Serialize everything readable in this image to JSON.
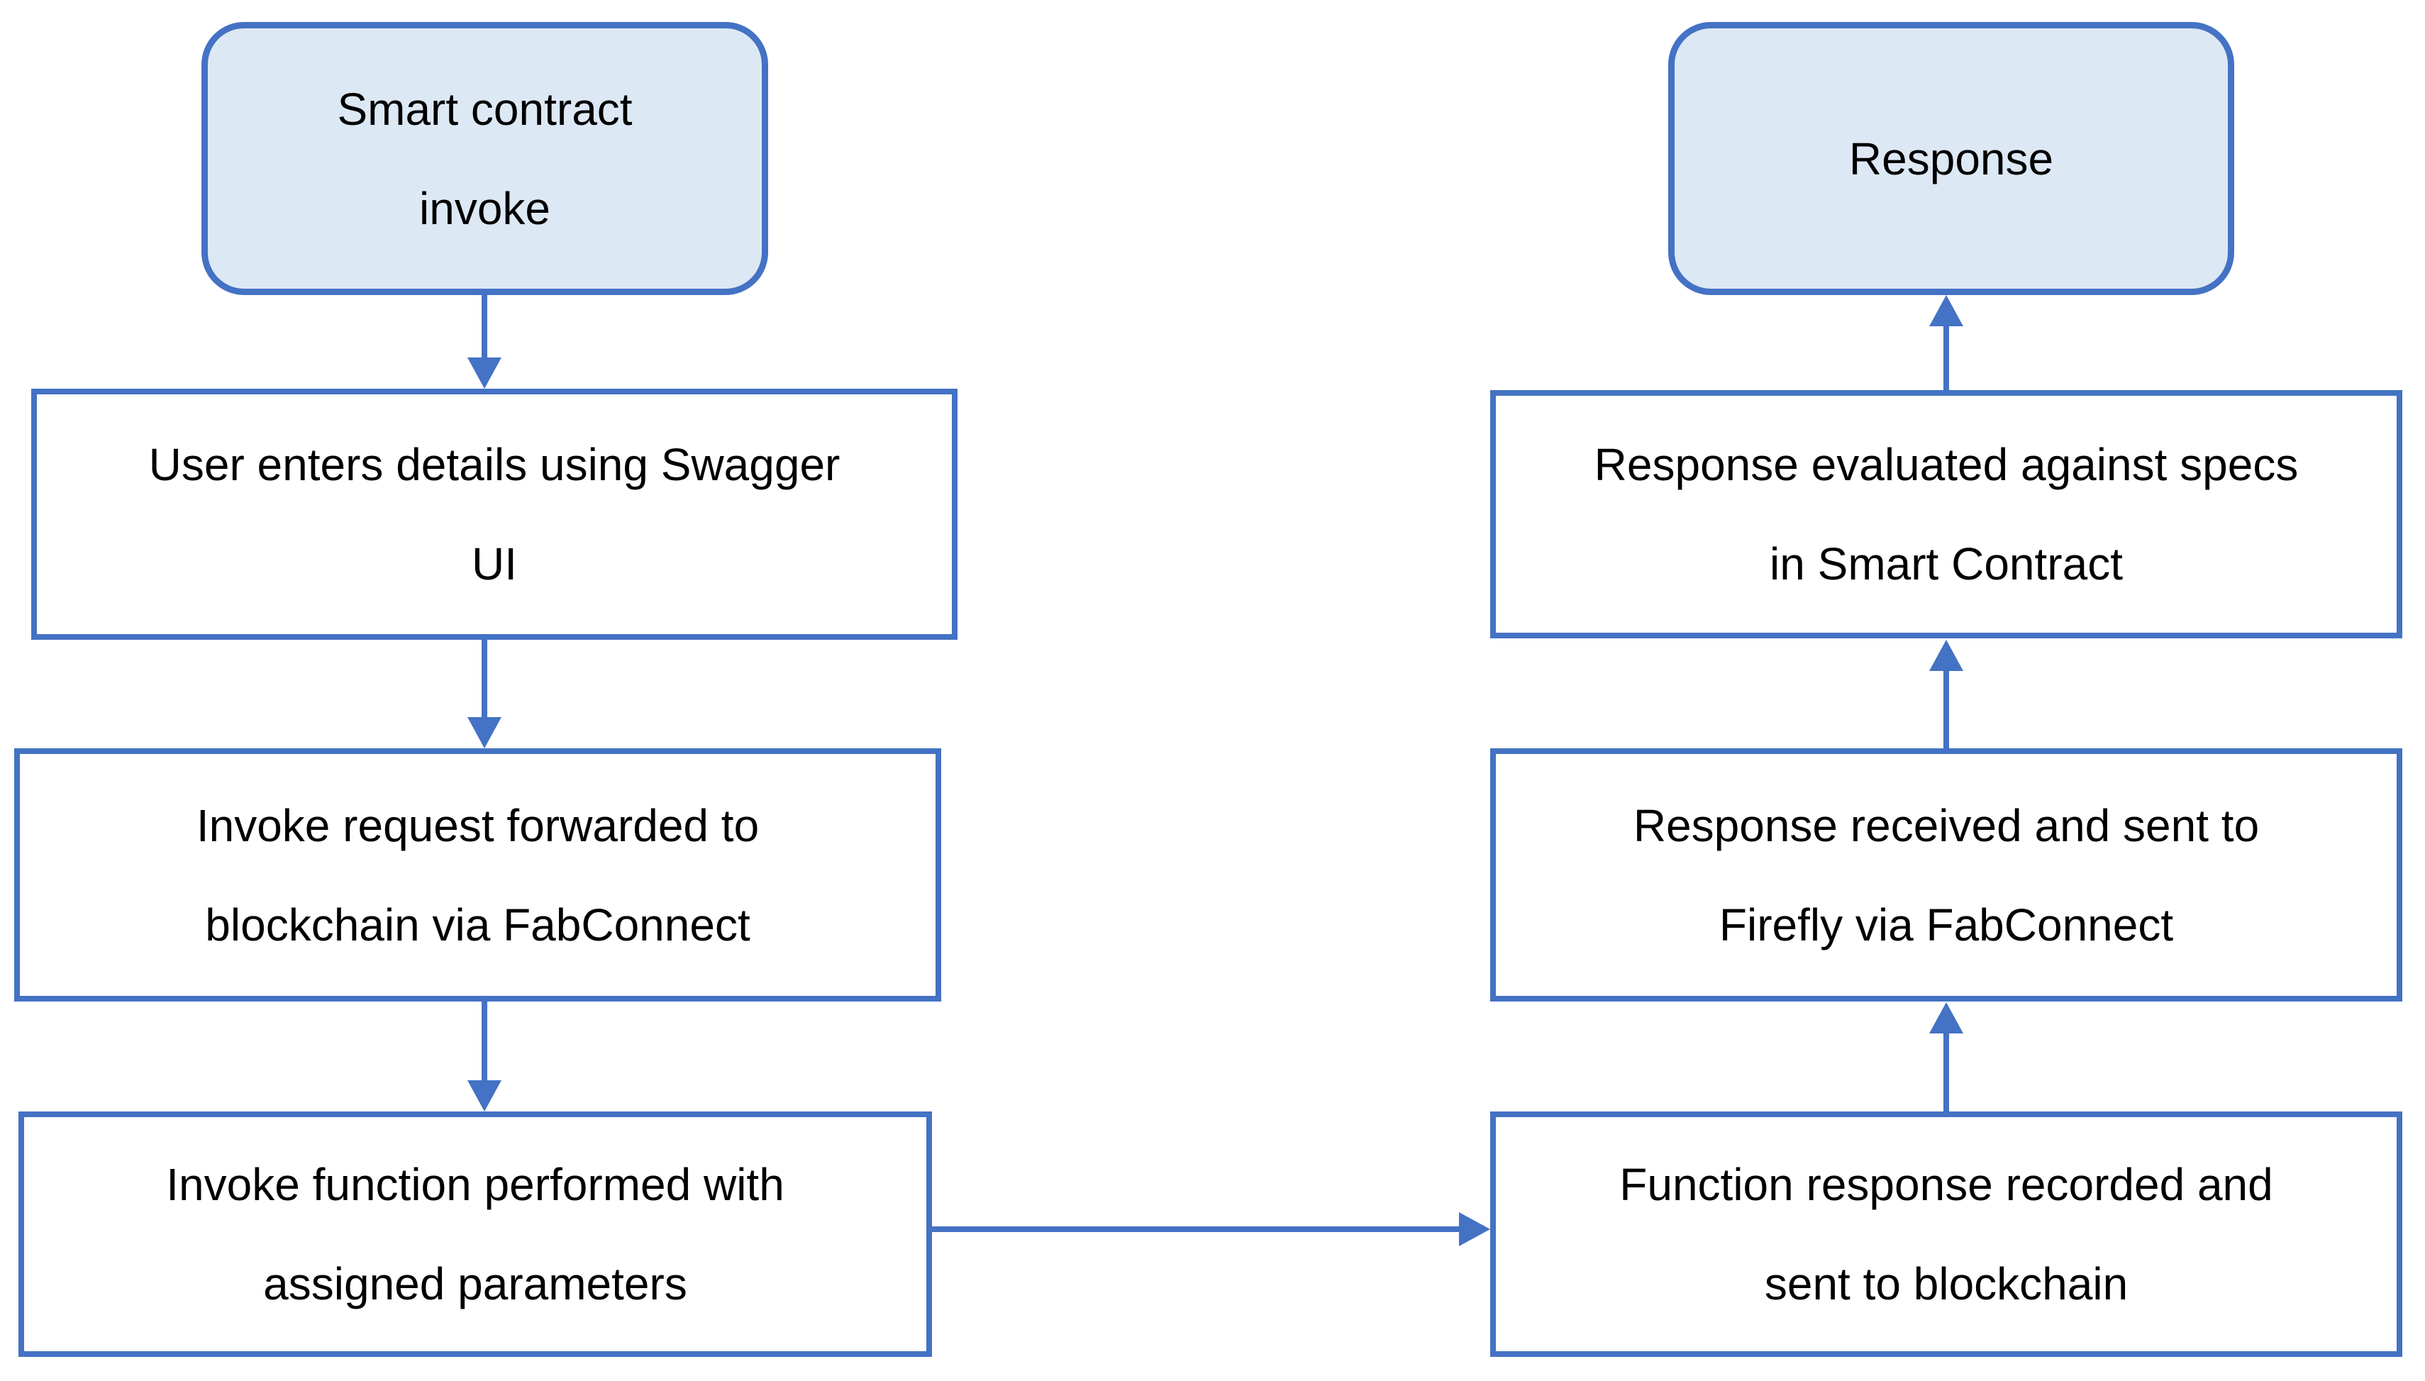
{
  "diagram": {
    "type": "flowchart",
    "background_color": "#ffffff",
    "accent_color": "#4472c4",
    "terminal_fill_color": "#dde8f5",
    "process_fill_color": "#ffffff",
    "text_color": "#000000",
    "nodes": [
      {
        "id": "smart-contract-invoke",
        "shape": "rounded-terminal",
        "lines": [
          "Smart contract",
          "invoke"
        ]
      },
      {
        "id": "user-enters-details",
        "shape": "process-rect",
        "lines": [
          "User enters details using Swagger",
          "UI"
        ]
      },
      {
        "id": "invoke-request-forwarded",
        "shape": "process-rect",
        "lines": [
          "Invoke request forwarded to",
          "blockchain via FabConnect"
        ]
      },
      {
        "id": "invoke-function-performed",
        "shape": "process-rect",
        "lines": [
          "Invoke function performed with",
          "assigned parameters"
        ]
      },
      {
        "id": "function-response-recorded",
        "shape": "process-rect",
        "lines": [
          "Function response recorded and",
          "sent to blockchain"
        ]
      },
      {
        "id": "response-received",
        "shape": "process-rect",
        "lines": [
          "Response received and sent to",
          "Firefly via FabConnect"
        ]
      },
      {
        "id": "response-evaluated",
        "shape": "process-rect",
        "lines": [
          "Response evaluated against specs",
          "in Smart Contract"
        ]
      },
      {
        "id": "response",
        "shape": "rounded-terminal",
        "lines": [
          "Response"
        ]
      }
    ],
    "edges": [
      {
        "from": "smart-contract-invoke",
        "to": "user-enters-details",
        "direction": "down"
      },
      {
        "from": "user-enters-details",
        "to": "invoke-request-forwarded",
        "direction": "down"
      },
      {
        "from": "invoke-request-forwarded",
        "to": "invoke-function-performed",
        "direction": "down"
      },
      {
        "from": "invoke-function-performed",
        "to": "function-response-recorded",
        "direction": "right"
      },
      {
        "from": "function-response-recorded",
        "to": "response-received",
        "direction": "up"
      },
      {
        "from": "response-received",
        "to": "response-evaluated",
        "direction": "up"
      },
      {
        "from": "response-evaluated",
        "to": "response",
        "direction": "up"
      }
    ]
  }
}
